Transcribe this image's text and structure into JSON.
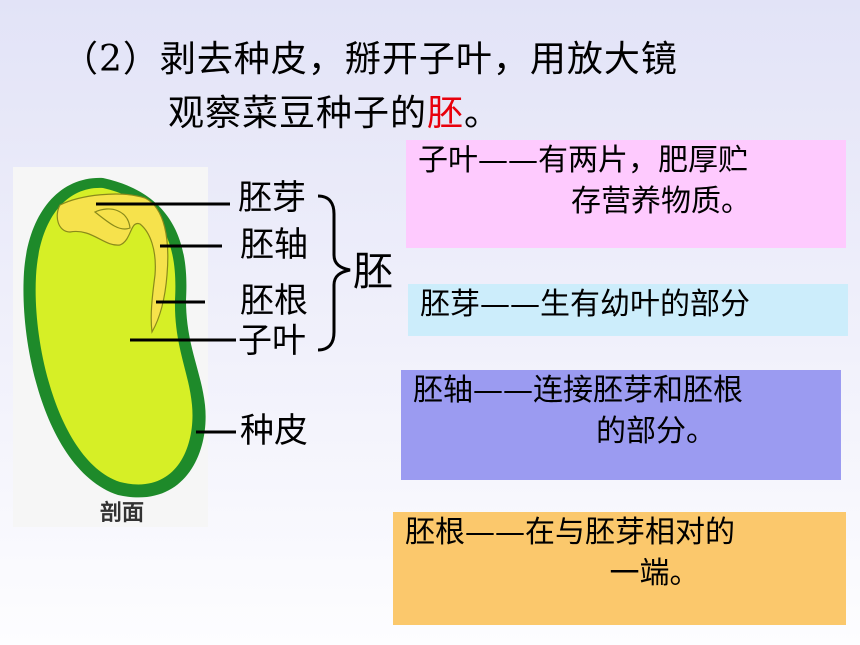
{
  "title": {
    "line1": "（2）剥去种皮，掰开子叶，用放大镜",
    "line2_pre": "观察菜豆种子的",
    "line2_hl": "胚",
    "line2_post": "。"
  },
  "seed": {
    "caption": "剖面",
    "colors": {
      "coat": "#1e8a2a",
      "cotyledon": "#d6ef26",
      "embryo_part": "#f6e24c"
    }
  },
  "labels": {
    "plumule": "胚芽",
    "hypocotyl": "胚轴",
    "radicle": "胚根",
    "cotyledon": "子叶",
    "seed_coat": "种皮",
    "embryo": "胚"
  },
  "definitions": [
    {
      "line1": "子叶——有两片，肥厚贮",
      "line2": "存营养物质。",
      "color": "#fecafe"
    },
    {
      "line1": "胚芽——生有幼叶的部分",
      "line2": "",
      "color": "#ccedfb"
    },
    {
      "line1": "胚轴——连接胚芽和胚根",
      "line2": "的部分。",
      "color": "#9b9bf1"
    },
    {
      "line1": "胚根——在与胚芽相对的",
      "line2": "一端。",
      "color": "#fbc86c"
    }
  ]
}
